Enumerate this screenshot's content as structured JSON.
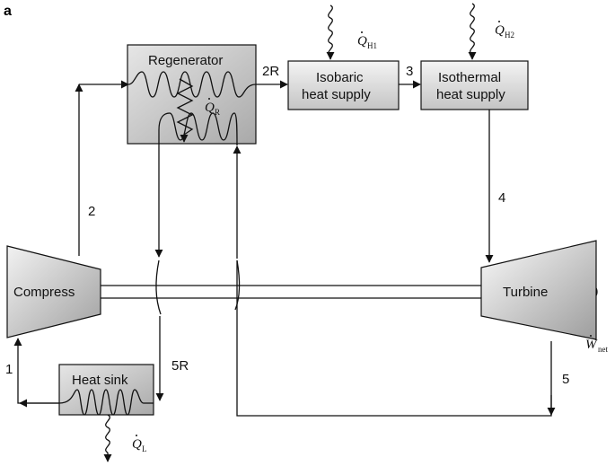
{
  "panel_label": "a",
  "components": {
    "regenerator": "Regenerator",
    "isobaric_line1": "Isobaric",
    "isobaric_line2": "heat supply",
    "isothermal_line1": "Isothermal",
    "isothermal_line2": "heat supply",
    "compressor": "Compress",
    "turbine": "Turbine",
    "heat_sink": "Heat sink"
  },
  "state_points": {
    "p1": "1",
    "p2": "2",
    "p2R": "2R",
    "p3": "3",
    "p4": "4",
    "p5": "5",
    "p5R": "5R"
  },
  "heat_flows": {
    "qh1_symbol": "Q",
    "qh1_sub": "H1",
    "qh2_symbol": "Q",
    "qh2_sub": "H2",
    "qr_symbol": "Q",
    "qr_sub": "R",
    "ql_symbol": "Q",
    "ql_sub": "L",
    "wnet_symbol": "W",
    "wnet_sub": "net"
  },
  "colors": {
    "line": "#111111",
    "box_fill_light": "#f2f2f2",
    "box_fill_dark": "#bdbdbd"
  }
}
